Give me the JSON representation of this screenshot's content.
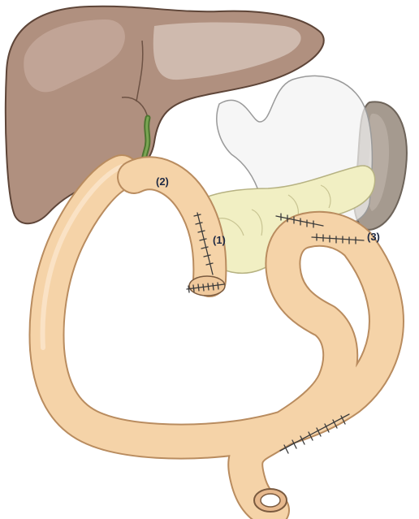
{
  "labels": {
    "anastomosis_1": "(1)",
    "anastomosis_2": "(2)",
    "anastomosis_3": "(3)"
  },
  "colors": {
    "liver": "#b0907f",
    "liver_dark": "#8c6a5a",
    "liver_highlight": "#d7c4ba",
    "bile_duct": "#5f8a3a",
    "bowel": "#f5d3a8",
    "bowel_shadow": "#e2b889",
    "pancreas": "#f1efc3",
    "stomach": "#f4f4f4",
    "spleen": "#9a8f84",
    "label": "#1f2a44"
  }
}
